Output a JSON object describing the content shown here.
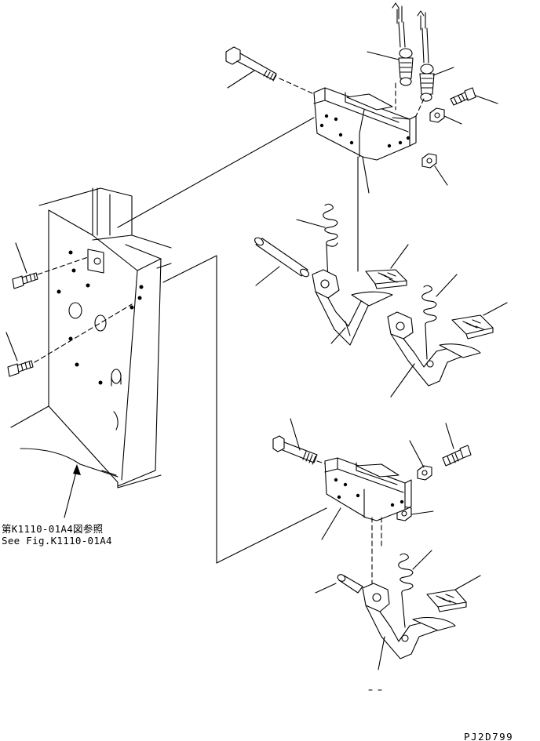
{
  "reference": {
    "line_jp": "第K1110-01A4図参照",
    "line_en": "See Fig.K1110-01A4"
  },
  "drawing_code": "PJ2D799"
}
